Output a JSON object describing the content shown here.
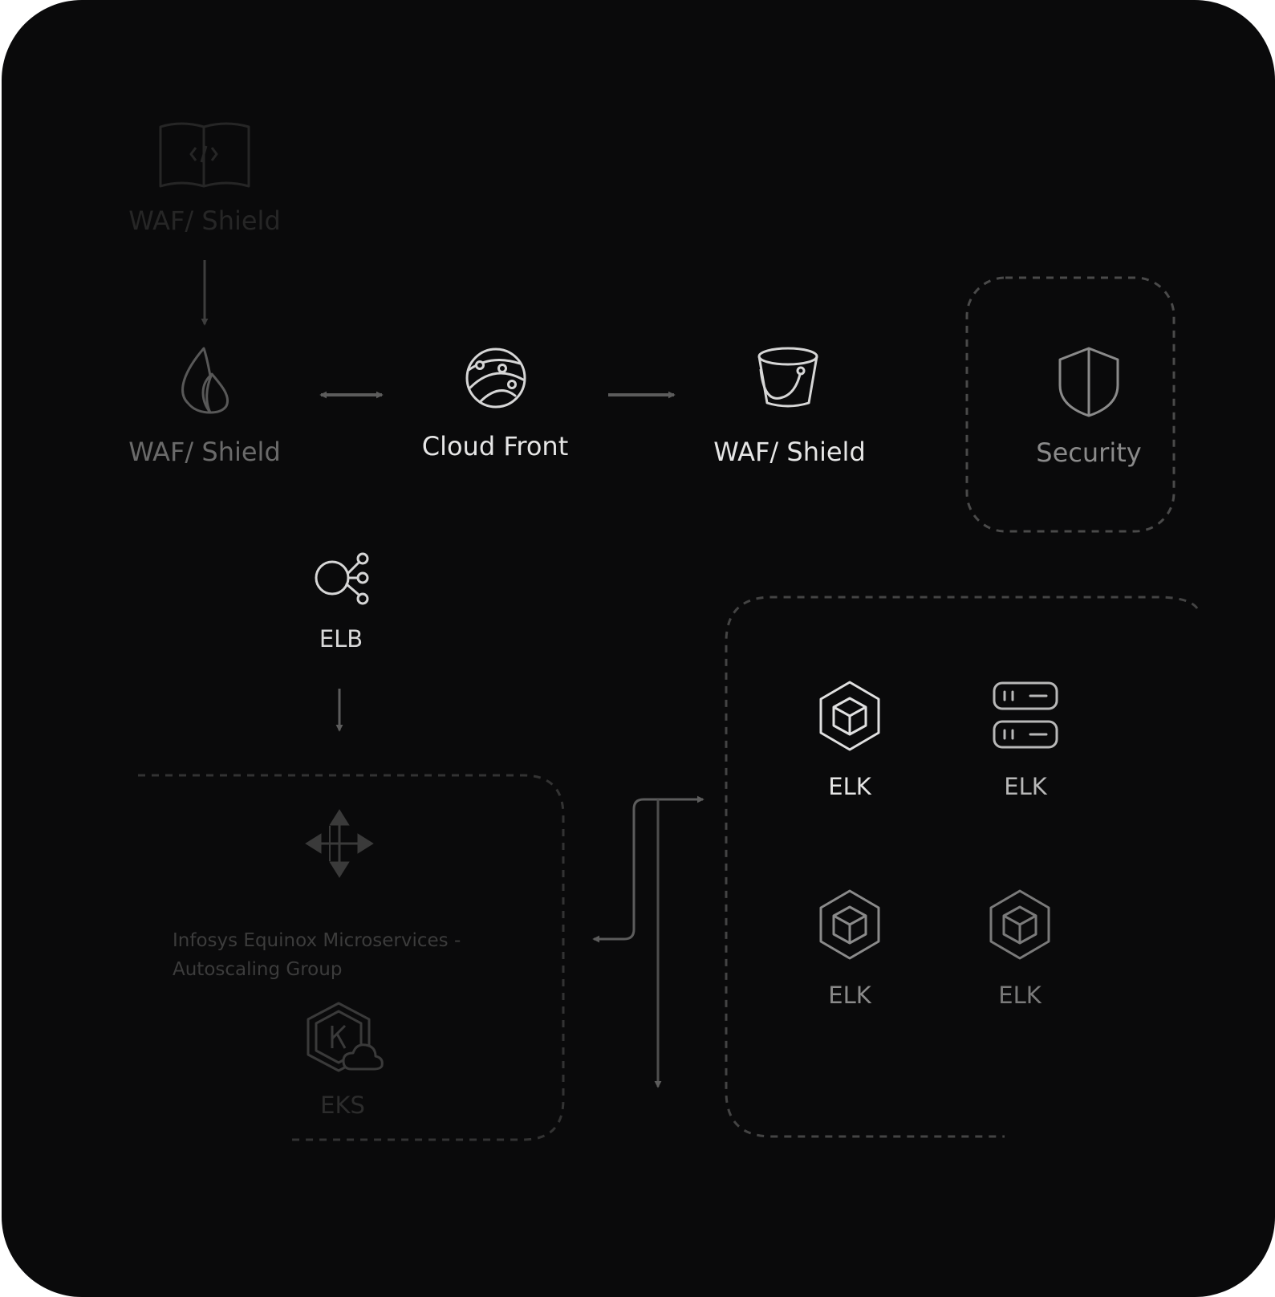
{
  "colors": {
    "background": "#0a0a0b",
    "outer": "#ffffff",
    "bright": "#e6e6e6",
    "mid": "#a8a8a8",
    "dim": "#6a6a6a",
    "faint": "#3a3a3a",
    "ghost": "#262626"
  },
  "nodes": {
    "waf_top": {
      "label": "WAF/ Shield",
      "icon": "code-book-icon"
    },
    "waf_left": {
      "label": "WAF/ Shield",
      "icon": "flame-icon"
    },
    "cloudfront": {
      "label": "Cloud Front",
      "icon": "globe-network-icon"
    },
    "waf_bucket": {
      "label": "WAF/ Shield",
      "icon": "bucket-icon"
    },
    "security": {
      "label": "Security",
      "icon": "shield-icon"
    },
    "elb": {
      "label": "ELB",
      "icon": "load-balancer-icon"
    },
    "autoscaling": {
      "label": "Infosys Equinox Microservices - Autoscaling Group",
      "line1": "Infosys Equinox Microservices -",
      "line2": "Autoscaling Group",
      "icon": "move-arrows-icon"
    },
    "eks": {
      "label": "EKS",
      "icon": "kubernetes-cloud-icon"
    },
    "elk_1": {
      "label": "ELK",
      "icon": "cube-icon"
    },
    "elk_2": {
      "label": "ELK",
      "icon": "server-icon"
    },
    "elk_3": {
      "label": "ELK",
      "icon": "cube-icon"
    },
    "elk_4": {
      "label": "ELK",
      "icon": "cube-icon"
    }
  }
}
